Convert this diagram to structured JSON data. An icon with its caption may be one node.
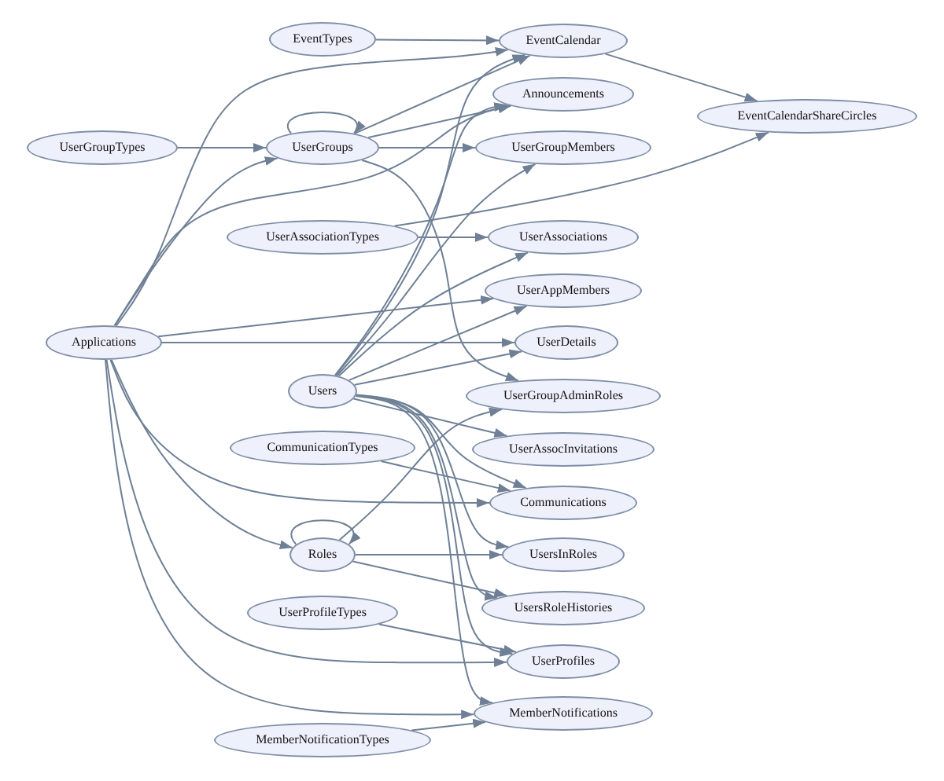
{
  "diagram": {
    "nodes": [
      {
        "text": [
          "EventTypes"
        ]
      },
      {
        "text": [
          "EventCalendar"
        ]
      },
      {
        "text": [
          "Announcements"
        ]
      },
      {
        "text": [
          "EventCalendarShareCircles"
        ]
      },
      {
        "text": [
          "UserGroupTypes"
        ]
      },
      {
        "text": [
          "UserGroups"
        ]
      },
      {
        "text": [
          "UserGroupMembers"
        ]
      },
      {
        "text": [
          "UserAssociationTypes"
        ]
      },
      {
        "text": [
          "UserAssociations"
        ]
      },
      {
        "text": [
          "UserAppMembers"
        ]
      },
      {
        "text": [
          "Applications"
        ]
      },
      {
        "text": [
          "UserDetails"
        ]
      },
      {
        "text": [
          "Users"
        ]
      },
      {
        "text": [
          "UserGroupAdminRoles"
        ]
      },
      {
        "text": [
          "CommunicationTypes"
        ]
      },
      {
        "text": [
          "UserAssocInvitations"
        ]
      },
      {
        "text": [
          "Communications"
        ]
      },
      {
        "text": [
          "Roles"
        ]
      },
      {
        "text": [
          "UsersInRoles"
        ]
      },
      {
        "text": [
          "UserProfileTypes"
        ]
      },
      {
        "text": [
          "UsersRoleHistories"
        ]
      },
      {
        "text": [
          "UserProfiles"
        ]
      },
      {
        "text": [
          "MemberNotifications"
        ]
      },
      {
        "text": [
          "MemberNotificationTypes"
        ]
      }
    ],
    "edges": [
      {
        "from": 0,
        "to": 1,
        "arrow": "to"
      },
      {
        "from": 10,
        "to": 1,
        "arrow": "to"
      },
      {
        "from": 5,
        "to": 1,
        "arrow": "to"
      },
      {
        "from": 12,
        "to": 1,
        "arrow": "to"
      },
      {
        "from": 1,
        "to": 3,
        "arrow": "to"
      },
      {
        "from": 7,
        "to": 3,
        "arrow": "to"
      },
      {
        "from": 4,
        "to": 5,
        "arrow": "to"
      },
      {
        "from": 10,
        "to": 5,
        "arrow": "to"
      },
      {
        "from": 5,
        "to": 5,
        "arrow": "to"
      },
      {
        "from": 5,
        "to": 2,
        "arrow": "to"
      },
      {
        "from": 10,
        "to": 2,
        "arrow": "to"
      },
      {
        "from": 12,
        "to": 2,
        "arrow": "to"
      },
      {
        "from": 5,
        "to": 6,
        "arrow": "to"
      },
      {
        "from": 12,
        "to": 6,
        "arrow": "to"
      },
      {
        "from": 7,
        "to": 8,
        "arrow": "to"
      },
      {
        "from": 12,
        "to": 8,
        "arrow": "to"
      },
      {
        "from": 10,
        "to": 9,
        "arrow": "to"
      },
      {
        "from": 12,
        "to": 9,
        "arrow": "to"
      },
      {
        "from": 10,
        "to": 11,
        "arrow": "to"
      },
      {
        "from": 12,
        "to": 11,
        "arrow": "to"
      },
      {
        "from": 5,
        "to": 13,
        "arrow": "to"
      },
      {
        "from": 17,
        "to": 13,
        "arrow": "to"
      },
      {
        "from": 12,
        "to": 15,
        "arrow": "to"
      },
      {
        "from": 10,
        "to": 16,
        "arrow": "to"
      },
      {
        "from": 14,
        "to": 16,
        "arrow": "to"
      },
      {
        "from": 12,
        "to": 16,
        "arrow": "to"
      },
      {
        "from": 10,
        "to": 17,
        "arrow": "to"
      },
      {
        "from": 17,
        "to": 17,
        "arrow": "to"
      },
      {
        "from": 17,
        "to": 18,
        "arrow": "to"
      },
      {
        "from": 12,
        "to": 18,
        "arrow": "to"
      },
      {
        "from": 17,
        "to": 20,
        "arrow": "to"
      },
      {
        "from": 12,
        "to": 20,
        "arrow": "to"
      },
      {
        "from": 10,
        "to": 21,
        "arrow": "to"
      },
      {
        "from": 19,
        "to": 21,
        "arrow": "to"
      },
      {
        "from": 12,
        "to": 21,
        "arrow": "to"
      },
      {
        "from": 10,
        "to": 22,
        "arrow": "to"
      },
      {
        "from": 23,
        "to": 22,
        "arrow": "to"
      },
      {
        "from": 12,
        "to": 22,
        "arrow": "to"
      }
    ]
  }
}
